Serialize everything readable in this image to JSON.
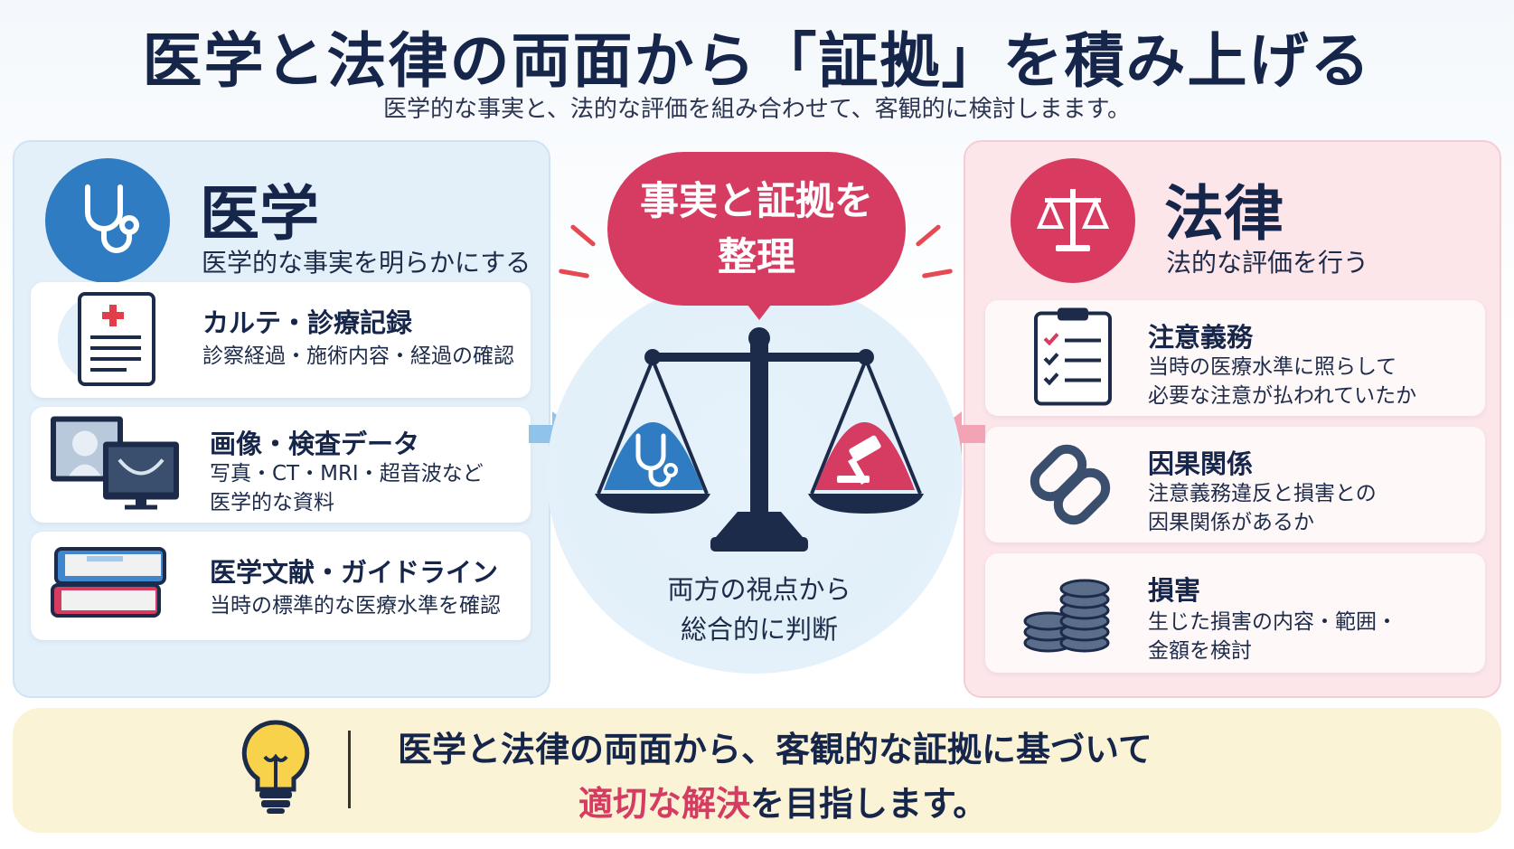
{
  "title": "医学と法律の両面から「証拠」を積み上げる",
  "subtitle": "医学的な事実と、法的な評価を組み合わせて、客観的に検討しまます。",
  "medical": {
    "title": "医学",
    "subtitle": "医学的な事実を明らかにする",
    "icon": "stethoscope-icon",
    "cards": [
      {
        "icon": "medical-chart-icon",
        "title": "カルテ・診療記録",
        "text": [
          "診察経過・施術内容・経過の確認"
        ]
      },
      {
        "icon": "imaging-monitor-icon",
        "title": "画像・検査データ",
        "text": [
          "写真・CT・MRI・超音波など",
          "医学的な資料"
        ]
      },
      {
        "icon": "books-icon",
        "title": "医学文献・ガイドライン",
        "text": [
          "当時の標準的な医療水準を確認"
        ]
      }
    ]
  },
  "legal": {
    "title": "法律",
    "subtitle": "法的な評価を行う",
    "icon": "scales-icon",
    "cards": [
      {
        "icon": "clipboard-checklist-icon",
        "title": "注意義務",
        "text": [
          "当時の医療水準に照らして",
          "必要な注意が払われていたか"
        ]
      },
      {
        "icon": "chain-link-icon",
        "title": "因果関係",
        "text": [
          "注意義務違反と損害との",
          "因果関係があるか"
        ]
      },
      {
        "icon": "coins-icon",
        "title": "損害",
        "text": [
          "生じた損害の内容・範囲・",
          "金額を検討"
        ]
      }
    ]
  },
  "center": {
    "bubble": [
      "事実と証拠を",
      "整理"
    ],
    "caption": [
      "両方の視点から",
      "総合的に判断"
    ]
  },
  "bottom": {
    "line1": "医学と法律の両面から、客観的な証拠に基づいて",
    "line2_highlight": "適切な解決",
    "line2_rest": "を目指します。"
  },
  "colors": {
    "medical_blue": "#2f7cc2",
    "legal_red": "#d63c62",
    "navy": "#16254a"
  }
}
